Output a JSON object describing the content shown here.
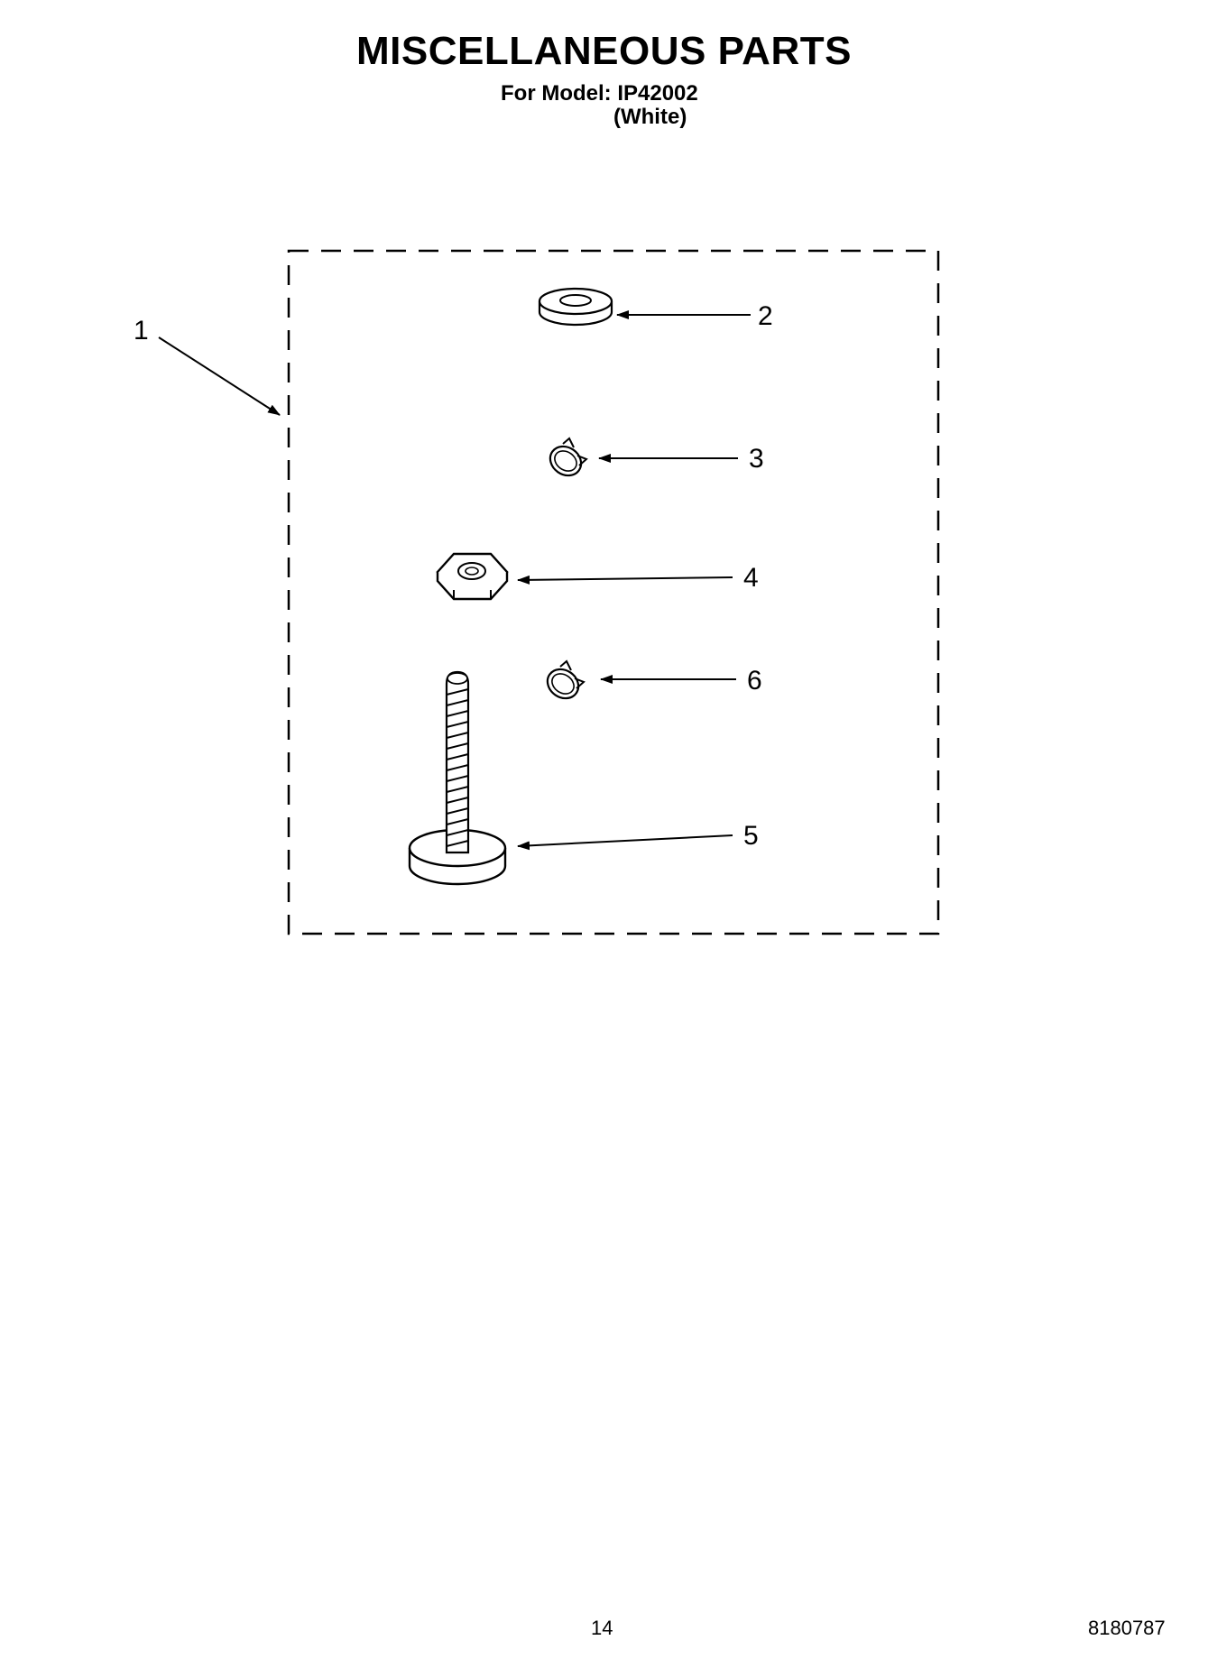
{
  "header": {
    "title": "MISCELLANEOUS PARTS",
    "model_line": "For Model: IP42002",
    "variant": "(White)"
  },
  "diagram": {
    "callouts": {
      "c1": "1",
      "c2": "2",
      "c3": "3",
      "c4": "4",
      "c5": "5",
      "c6": "6"
    },
    "parts": [
      {
        "callout": "1",
        "icon": "dashed-kit-boundary"
      },
      {
        "callout": "2",
        "icon": "flat-washer-icon"
      },
      {
        "callout": "3",
        "icon": "retaining-ring-icon"
      },
      {
        "callout": "4",
        "icon": "hex-nut-icon"
      },
      {
        "callout": "5",
        "icon": "leveling-leg-bolt-icon"
      },
      {
        "callout": "6",
        "icon": "retaining-ring-icon"
      }
    ]
  },
  "footer": {
    "page_number": "14",
    "document_number": "8180787"
  }
}
